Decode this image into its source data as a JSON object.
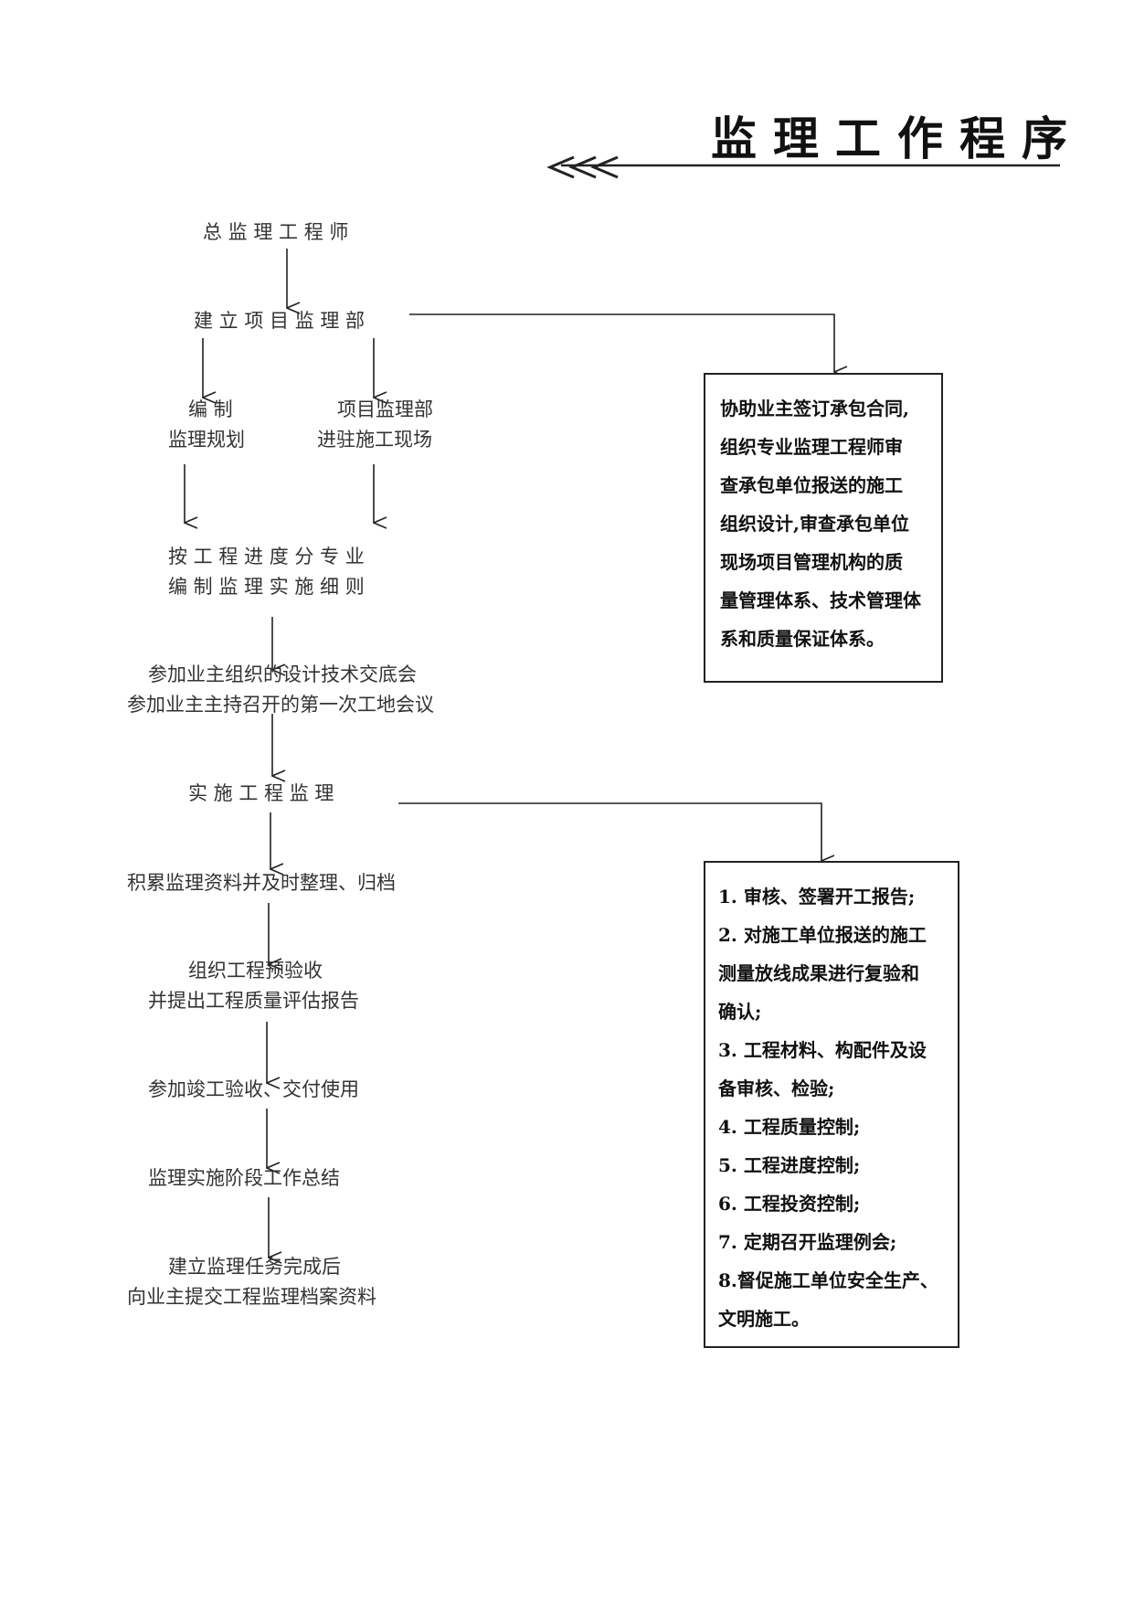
{
  "title": "监理工作程序",
  "nodes": {
    "chief_engineer": "总 监 理 工 程 师",
    "setup_department": "建 立 项 目 监 理 部",
    "compile_line1": "编 制",
    "compile_line2": "监理规划",
    "dept_line1": "项目监理部",
    "dept_line2": "进驻施工现场",
    "rules_line1": "按 工 程 进 度 分 专 业",
    "rules_line2": "编 制 监 理 实 施 细 则",
    "meeting_line1": "参加业主组织的设计技术交底会",
    "meeting_line2": "参加业主主持召开的第一次工地会议",
    "implement": "实 施 工 程 监 理",
    "archive": "积累监理资料并及时整理、归档",
    "preacceptance_line1": "组织工程预验收",
    "preacceptance_line2": "并提出工程质量评估报告",
    "completion": "参加竣工验收、交付使用",
    "summary": "监理实施阶段工作总结",
    "handover_line1": "建立监理任务完成后",
    "handover_line2": "向业主提交工程监理档案资料"
  },
  "box1_lines": [
    "协助业主签订承包合同,",
    "组织专业监理工程师审",
    "查承包单位报送的施工",
    "组织设计,审查承包单位",
    "现场项目管理机构的质",
    "量管理体系、技术管理体",
    "系和质量保证体系。"
  ],
  "box2_lines": [
    "1.  审核、签署开工报告;",
    "2.  对施工单位报送的施工",
    "测量放线成果进行复验和",
    "确认;",
    "3.  工程材料、构配件及设",
    "备审核、检验;",
    "4.  工程质量控制;",
    "5.  工程进度控制;",
    "6.  工程投资控制;",
    "7.  定期召开监理例会;",
    "8.督促施工单位安全生产、",
    "文明施工。"
  ]
}
